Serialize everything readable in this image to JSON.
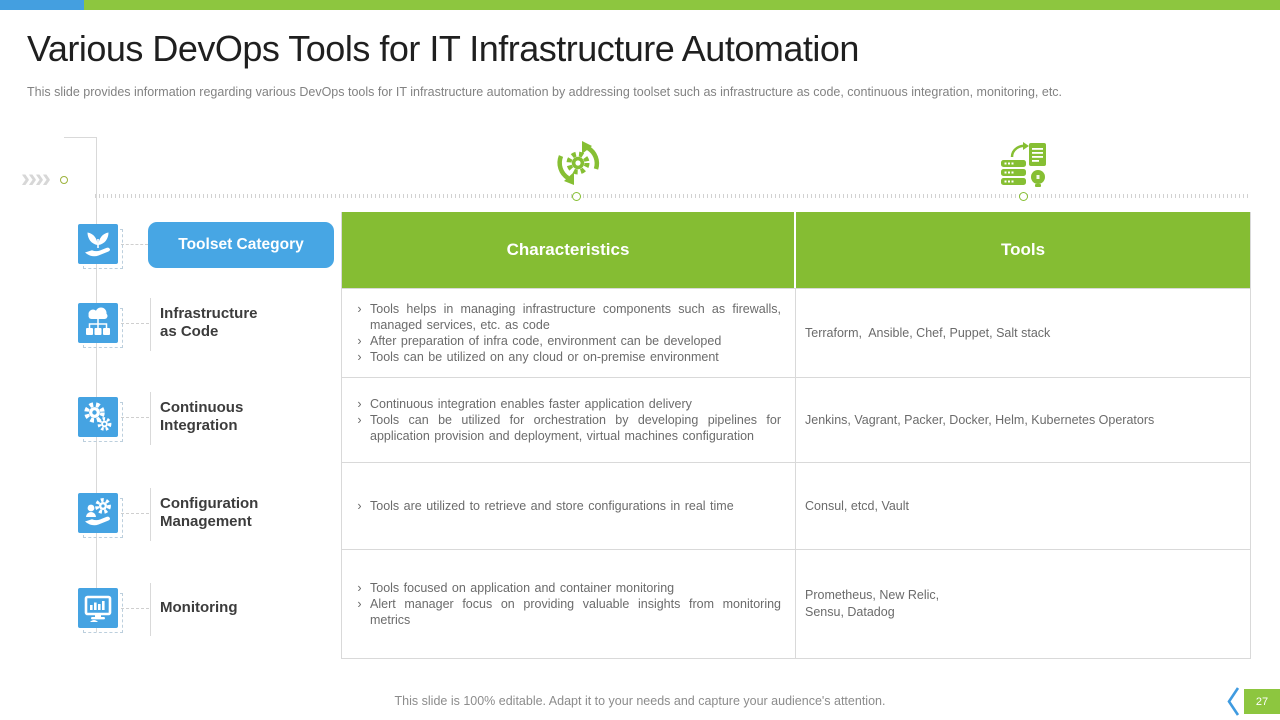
{
  "slide": {
    "title": "Various DevOps Tools for IT Infrastructure Automation",
    "subtitle": "This slide provides information regarding various DevOps tools for IT  infrastructure automation by addressing toolset such as infrastructure as code, continuous integration, monitoring, etc.",
    "footer_note": "This slide is 100% editable. Adapt it to your needs and capture your audience's attention.",
    "page_number": "27",
    "decor_chevrons": "››››"
  },
  "colors": {
    "accent_blue": "#45a3e2",
    "accent_green": "#8dc63f",
    "table_header_green": "#85bd33",
    "body_text_gray": "#6b6b6b"
  },
  "sidebar": {
    "category_button_label": "Toolset Category",
    "items": [
      {
        "label": "Infrastructure\nas Code",
        "icon": "cloud-network-icon"
      },
      {
        "label": "Continuous\nIntegration",
        "icon": "gears-icon"
      },
      {
        "label": "Configuration\nManagement",
        "icon": "hand-gear-icon"
      },
      {
        "label": "Monitoring",
        "icon": "monitor-icon"
      }
    ]
  },
  "table": {
    "bullet_marker": "›",
    "columns": [
      "Characteristics",
      "Tools"
    ],
    "rows": [
      {
        "characteristics": [
          "Tools helps in managing infrastructure components such as firewalls, managed services, etc. as code",
          "After preparation of infra code, environment  can be developed",
          "Tools can be utilized on any cloud or on-premise environment"
        ],
        "tools": "Terraform,  Ansible, Chef, Puppet, Salt stack"
      },
      {
        "characteristics": [
          "Continuous integration enables faster application delivery",
          "Tools can be utilized for orchestration by developing pipelines for application provision and deployment, virtual machines configuration"
        ],
        "tools": "Jenkins, Vagrant, Packer, Docker, Helm, Kubernetes Operators"
      },
      {
        "characteristics": [
          "Tools are utilized to retrieve and store configurations in real time"
        ],
        "tools": "Consul, etcd, Vault"
      },
      {
        "characteristics": [
          "Tools focused on application and container monitoring",
          "Alert manager focus on providing valuable insights from monitoring metrics"
        ],
        "tools": "Prometheus, New Relic,\nSensu, Datadog"
      }
    ]
  }
}
